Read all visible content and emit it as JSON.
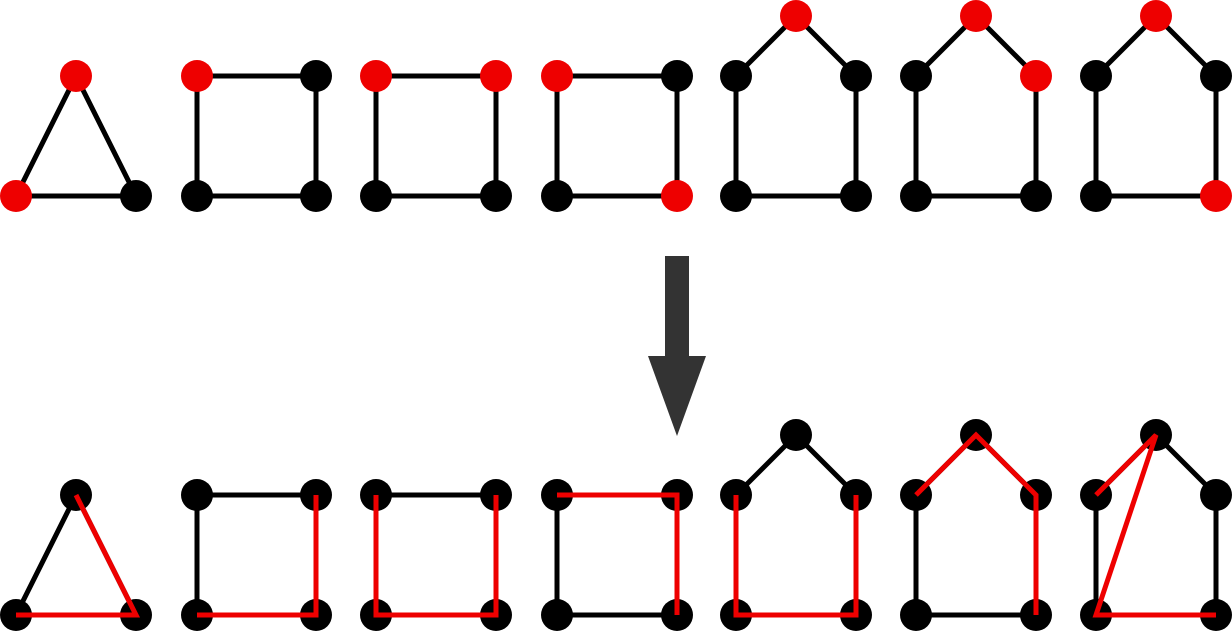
{
  "colors": {
    "background": "#ffffff",
    "edge": "#000000",
    "vertex": "#000000",
    "highlight": "#ee0000",
    "arrow": "#333333"
  },
  "top_row": {
    "graphs": [
      {
        "shape": "triangle",
        "red_vertices": [
          "top",
          "bottom-left"
        ]
      },
      {
        "shape": "square",
        "red_vertices": [
          "top-left"
        ]
      },
      {
        "shape": "square",
        "red_vertices": [
          "top-left",
          "top-right"
        ]
      },
      {
        "shape": "square",
        "red_vertices": [
          "top-left",
          "bottom-right"
        ]
      },
      {
        "shape": "house",
        "red_vertices": [
          "apex"
        ]
      },
      {
        "shape": "house",
        "red_vertices": [
          "apex",
          "right-shoulder"
        ]
      },
      {
        "shape": "house",
        "red_vertices": [
          "apex",
          "bottom-right"
        ]
      }
    ]
  },
  "arrow": {
    "direction": "down",
    "icon": "down-arrow-icon"
  },
  "bottom_row": {
    "graphs": [
      {
        "shape": "triangle",
        "red_path": [
          "top",
          "bottom-right",
          "bottom-left"
        ]
      },
      {
        "shape": "square",
        "red_path": [
          "top-right",
          "bottom-right",
          "bottom-left"
        ]
      },
      {
        "shape": "square",
        "red_path": [
          "top-left",
          "bottom-left",
          "bottom-right",
          "top-right"
        ]
      },
      {
        "shape": "square",
        "red_path": [
          "top-left",
          "top-right",
          "bottom-right"
        ]
      },
      {
        "shape": "house",
        "red_path": [
          "left-shoulder",
          "bottom-left",
          "bottom-right",
          "right-shoulder"
        ]
      },
      {
        "shape": "house",
        "red_path": [
          "left-shoulder",
          "apex",
          "right-shoulder",
          "bottom-right"
        ]
      },
      {
        "shape": "house",
        "red_path": [
          "left-shoulder",
          "apex",
          "bottom-left",
          "bottom-right"
        ]
      }
    ]
  }
}
